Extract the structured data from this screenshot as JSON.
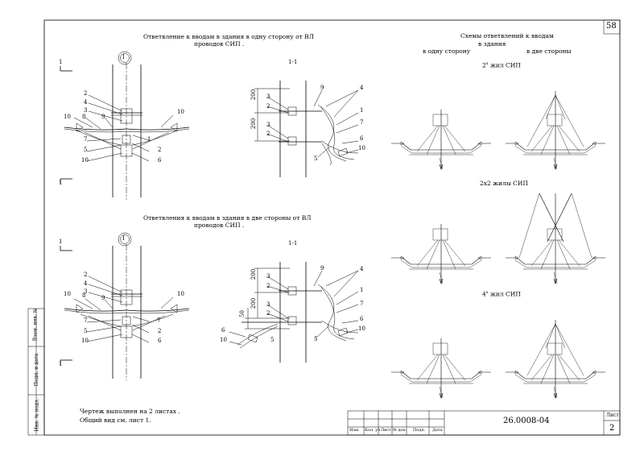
{
  "sheet": {
    "page_number": "58",
    "drawing_code": "26.0008-04",
    "sheet_label": "Лист",
    "sheet_number": "2",
    "note_line1": "Чертеж выполнен на 2 листах .",
    "note_line2": "Общий вид см. лист 1."
  },
  "left_stamp": {
    "vzam": "Взам. инв. №",
    "podp": "Подп. и дата",
    "inv": "Инв. № подл."
  },
  "title_block": {
    "cols": [
      "Изм.",
      "Кол. уч.",
      "Лист",
      "№ док.",
      "Подп.",
      "Дата"
    ]
  },
  "top_section": {
    "title_line1": "Ответвление к вводам в здания в одну сторону от ВЛ",
    "title_line2": "проводов СИП .",
    "circle_label": "I",
    "section_label": "1-1",
    "cut_mark": "1"
  },
  "bottom_section": {
    "title_line1": "Ответвления к вводам в здания в две стороны от ВЛ",
    "title_line2": "проводов СИП .",
    "circle_label": "I",
    "section_label": "1-1",
    "cut_mark": "1"
  },
  "dims": {
    "d200": "200",
    "d50": "50"
  },
  "callouts": {
    "c1": "1",
    "c2": "2",
    "c3": "3",
    "c4": "4",
    "c5": "5",
    "c6": "6",
    "c7": "7",
    "c8": "8",
    "c9": "9",
    "c10": "10"
  },
  "schemes": {
    "title_line1": "Схемы ответвлений к вводам",
    "title_line2": "в здания",
    "one_side": "в одну сторону",
    "two_sides": "в две стороны",
    "row1_pre": "2",
    "row1_sup": "х",
    "row1_post": " жил СИП",
    "row2": "2х2 жилы СИП",
    "row3_pre": "4",
    "row3_sup": "х",
    "row3_post": " жил СИП"
  }
}
